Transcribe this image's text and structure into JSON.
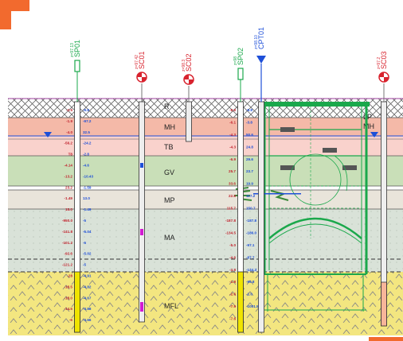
{
  "colors": {
    "accent": "#f26a2e",
    "layer_R": "#ffffff",
    "layer_MH": "#f4b9a8",
    "layer_TB": "#f9d2cc",
    "layer_GV": "#c9dfb8",
    "layer_MP": "#e9e4da",
    "layer_MA": "#d9e2d8",
    "layer_MFL": "#f3e680",
    "structure": "#1aa84b",
    "water": "#1e4fd8"
  },
  "layers": [
    {
      "code": "R"
    },
    {
      "code": "MH"
    },
    {
      "code": "TB"
    },
    {
      "code": "GV"
    },
    {
      "code": "MP"
    },
    {
      "code": "MA"
    },
    {
      "code": "MFL"
    }
  ],
  "layers_right": {
    "top": "LP",
    "second": "MH"
  },
  "boreholes": [
    {
      "name": "SP01",
      "elev": "z=97.13",
      "type": "sp"
    },
    {
      "name": "SC01",
      "elev": "z=97.42",
      "type": "sc"
    },
    {
      "name": "SC02",
      "elev": "z=98.3",
      "type": "sc"
    },
    {
      "name": "SP02",
      "elev": "z=98",
      "type": "sp"
    },
    {
      "name": "CPT01",
      "elev": "z=98.10",
      "type": "cpt"
    },
    {
      "name": "SC03",
      "elev": "z=97.2",
      "type": "sc"
    }
  ],
  "sp01_values": [
    "-2.5",
    "-9.8",
    "-1.9",
    "-97.2",
    "-4.0",
    "32.5",
    "-56.2",
    "-24.2",
    "T8",
    "-2.8",
    "-4.14",
    "-4.6",
    "-13.2",
    "-10.43",
    "23.2",
    "-1.59",
    "-1.49",
    "13.0",
    "15.0",
    "-1.49",
    "-950.0",
    "-5",
    "-141.8",
    "-6.04",
    "-101.2",
    "-5",
    "-92.6",
    "-5.02",
    "-121.2",
    "-5",
    "-28",
    "-4.91",
    "-18.5",
    "-4.82",
    "-18.0",
    "-4.67",
    "-14.5",
    "-4.88",
    "-6",
    "-4.66"
  ],
  "sp02_values": [
    "-8.8",
    "-9.8",
    "-6.1",
    "-3.8",
    "-4.3",
    "50.6",
    "-4.3",
    "24.8",
    "-6.9",
    "29.6",
    "25.7",
    "23.7",
    "33.6",
    "19.9",
    "22.8",
    "117.2",
    "115.7",
    "150.7",
    "-187.8",
    "-187.8",
    "-134.5",
    "-186.0",
    "-5.0",
    "-97.1",
    "-4.6",
    "-87.7",
    "-4.8",
    "-144.3",
    "-1.8",
    "-95.8",
    "-2.6",
    "-1.0",
    "-7.9",
    "-1001.5",
    "-7.6"
  ]
}
